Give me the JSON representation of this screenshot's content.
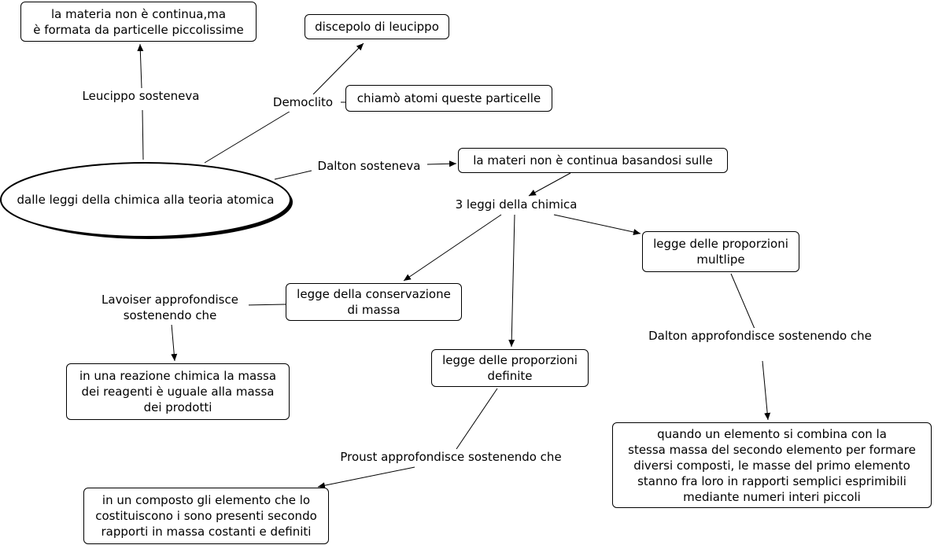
{
  "concept_map": {
    "root": "dalle leggi della chimica alla teoria atomica",
    "nodes": {
      "materia_non_continua": "la materia non è continua,ma\nè formata da particelle piccolissime",
      "discepolo": "discepolo di leucippo",
      "chiamo_atomi": "chiamò atomi queste particelle",
      "materi_basandosi": "la materi non è continua basandosi sulle",
      "conservazione": "legge della conservazione\ndi massa",
      "proporzioni_definite": "legge delle proporzioni\ndefinite",
      "proporzioni_multiple": "legge delle proporzioni\nmultlipe",
      "reazione": "in una reazione chimica la massa\ndei reagenti è uguale alla massa\ndei prodotti",
      "composto": "in un composto gli elemento che lo\ncostituiscono i sono presenti secondo\nrapporti in massa costanti e definiti",
      "combina": "quando un elemento si combina con la\nstessa massa del secondo elemento per formare\ndiversi composti, le masse del primo elemento\nstanno fra loro in rapporti semplici esprimibili\nmediante numeri interi piccoli"
    },
    "links": {
      "leucippo": "Leucippo sosteneva",
      "democlito": "Democlito",
      "dalton": "Dalton sosteneva",
      "tre_leggi": "3 leggi della chimica",
      "lavoiser": "Lavoiser approfondisce\nsostenendo che",
      "proust": "Proust approfondisce sostenendo che",
      "dalton_appr": "Dalton approfondisce sostenendo che"
    }
  }
}
